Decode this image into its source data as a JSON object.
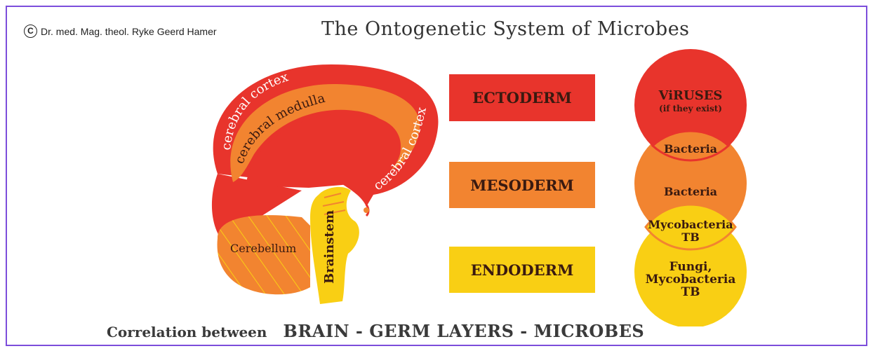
{
  "copyright": "Dr. med. Mag. theol. Ryke Geerd Hamer",
  "copyright_symbol": "C",
  "title": "The Ontogenetic System of Microbes",
  "brain_labels": {
    "cortex_left": "cerebral cortex",
    "medulla": "cerebral medulla",
    "cortex_right": "cerebral cortex",
    "cerebellum": "Cerebellum",
    "brainstem": "Brainstem"
  },
  "germ_layers": [
    {
      "label": "ECTODERM",
      "color": "#e8342c"
    },
    {
      "label": "MESODERM",
      "color": "#f28430"
    },
    {
      "label": "ENDODERM",
      "color": "#f9cf14"
    }
  ],
  "microbes": {
    "viruses": "ViRUSES",
    "viruses_note": "(if they exist)",
    "bacteria_ecto": "Bacteria",
    "bacteria_meso": "Bacteria",
    "mycobacteria_line1": "Mycobacteria",
    "mycobacteria_line2": "TB",
    "fungi_line1": "Fungi,",
    "fungi_line2": "Mycobacteria",
    "fungi_line3": "TB"
  },
  "footer": {
    "prefix": "Correlation between",
    "main": "BRAIN - GERM LAYERS - MICROBES"
  },
  "colors": {
    "red": "#e8342c",
    "orange": "#f28430",
    "yellow": "#f9cf14",
    "frame": "#7c4ddb"
  }
}
